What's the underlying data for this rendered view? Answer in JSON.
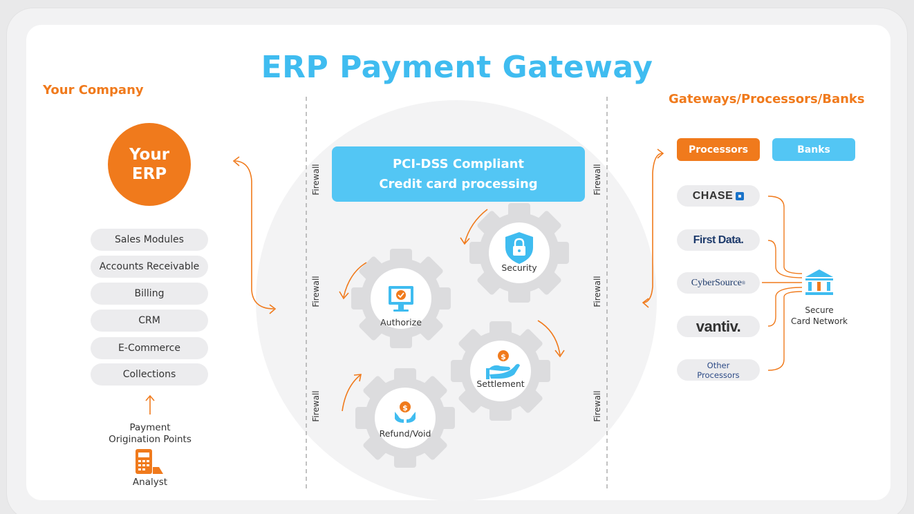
{
  "title": "ERP Payment Gateway",
  "left": {
    "heading": "Your Company",
    "erp_line1": "Your",
    "erp_line2": "ERP",
    "modules": [
      "Sales Modules",
      "Accounts Receivable",
      "Billing",
      "CRM",
      "E-Commerce",
      "Collections"
    ],
    "origin_line1": "Payment",
    "origin_line2": "Origination Points",
    "analyst": "Analyst"
  },
  "center": {
    "firewall": "Firewall",
    "pci_line1": "PCI-DSS Compliant",
    "pci_line2": "Credit card processing",
    "gears": {
      "security": "Security",
      "authorize": "Authorize",
      "settlement": "Settlement",
      "refund": "Refund/Void"
    }
  },
  "right": {
    "heading": "Gateways/Processors/Banks",
    "tab_processors": "Processors",
    "tab_banks": "Banks",
    "processors": {
      "chase": "CHASE",
      "firstdata": "First Data.",
      "cybersource": "CyberSource",
      "cybersource_mark": "®",
      "vantiv": "vantiv.",
      "other_line1": "Other",
      "other_line2": "Processors"
    },
    "network_line1": "Secure",
    "network_line2": "Card Network"
  },
  "colors": {
    "accent_orange": "#f07a1c",
    "accent_blue": "#3fbcf0",
    "pci_blue": "#53c6f4",
    "gear_gray": "#dcdcde",
    "pill_gray": "#ececee"
  },
  "icons": [
    "erp-circle",
    "up-arrow-icon",
    "calculator-icon",
    "lock-shield-icon",
    "monitor-check-icon",
    "hand-coin-icon",
    "bank-icon",
    "chase-logo-icon"
  ]
}
